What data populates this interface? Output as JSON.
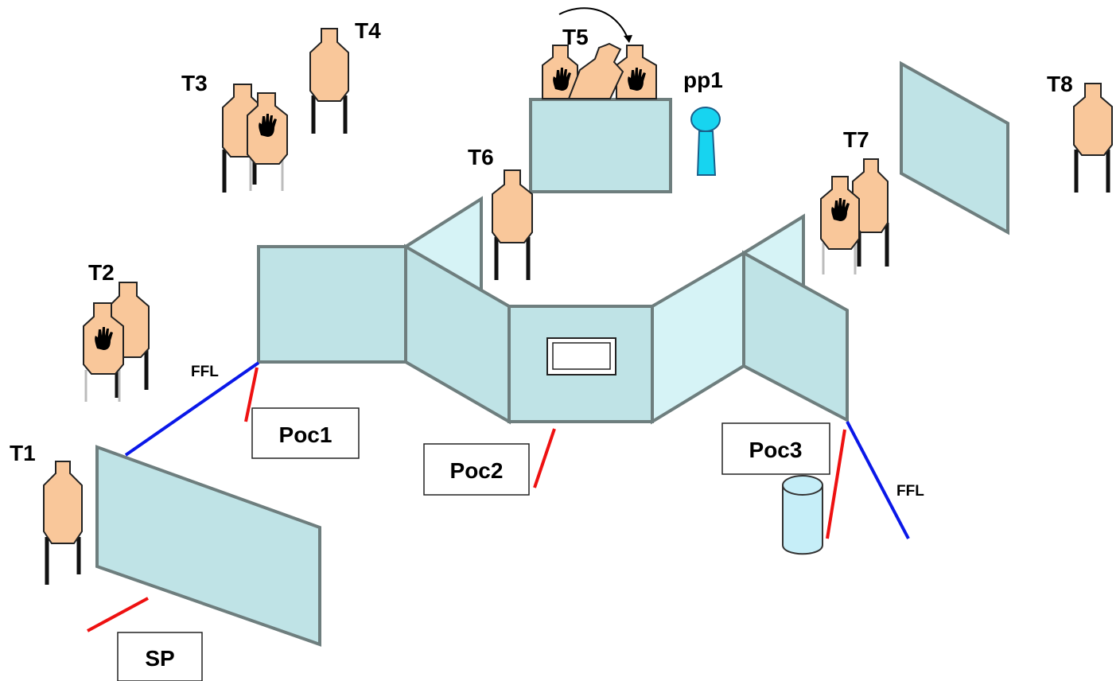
{
  "targets": [
    {
      "id": "t1",
      "label": "T1",
      "no_shoot": false
    },
    {
      "id": "t2",
      "label": "T2",
      "no_shoot": true
    },
    {
      "id": "t3",
      "label": "T3",
      "no_shoot": true
    },
    {
      "id": "t4",
      "label": "T4",
      "no_shoot": false
    },
    {
      "id": "t5",
      "label": "T5",
      "no_shoot": true,
      "moving": true
    },
    {
      "id": "t6",
      "label": "T6",
      "no_shoot": false
    },
    {
      "id": "t7",
      "label": "T7",
      "no_shoot": true
    },
    {
      "id": "t8",
      "label": "T8",
      "no_shoot": false
    }
  ],
  "props": {
    "popper_label": "pp1"
  },
  "positions": [
    {
      "id": "sp",
      "label": "SP"
    },
    {
      "id": "poc1",
      "label": "Poc1"
    },
    {
      "id": "poc2",
      "label": "Poc2"
    },
    {
      "id": "poc3",
      "label": "Poc3"
    }
  ],
  "fault_lines": [
    {
      "label": "FFL"
    },
    {
      "label": "FFL"
    }
  ],
  "colors": {
    "target_fill": "#f9c79a",
    "wall_fill": "#bfe3e6",
    "wall_light": "#d6f3f6",
    "popper_fill": "#17d4f0",
    "fault_line": "#0a18e8",
    "shooting_position_line": "#ee1111",
    "barrel_fill": "#c6eef8"
  }
}
